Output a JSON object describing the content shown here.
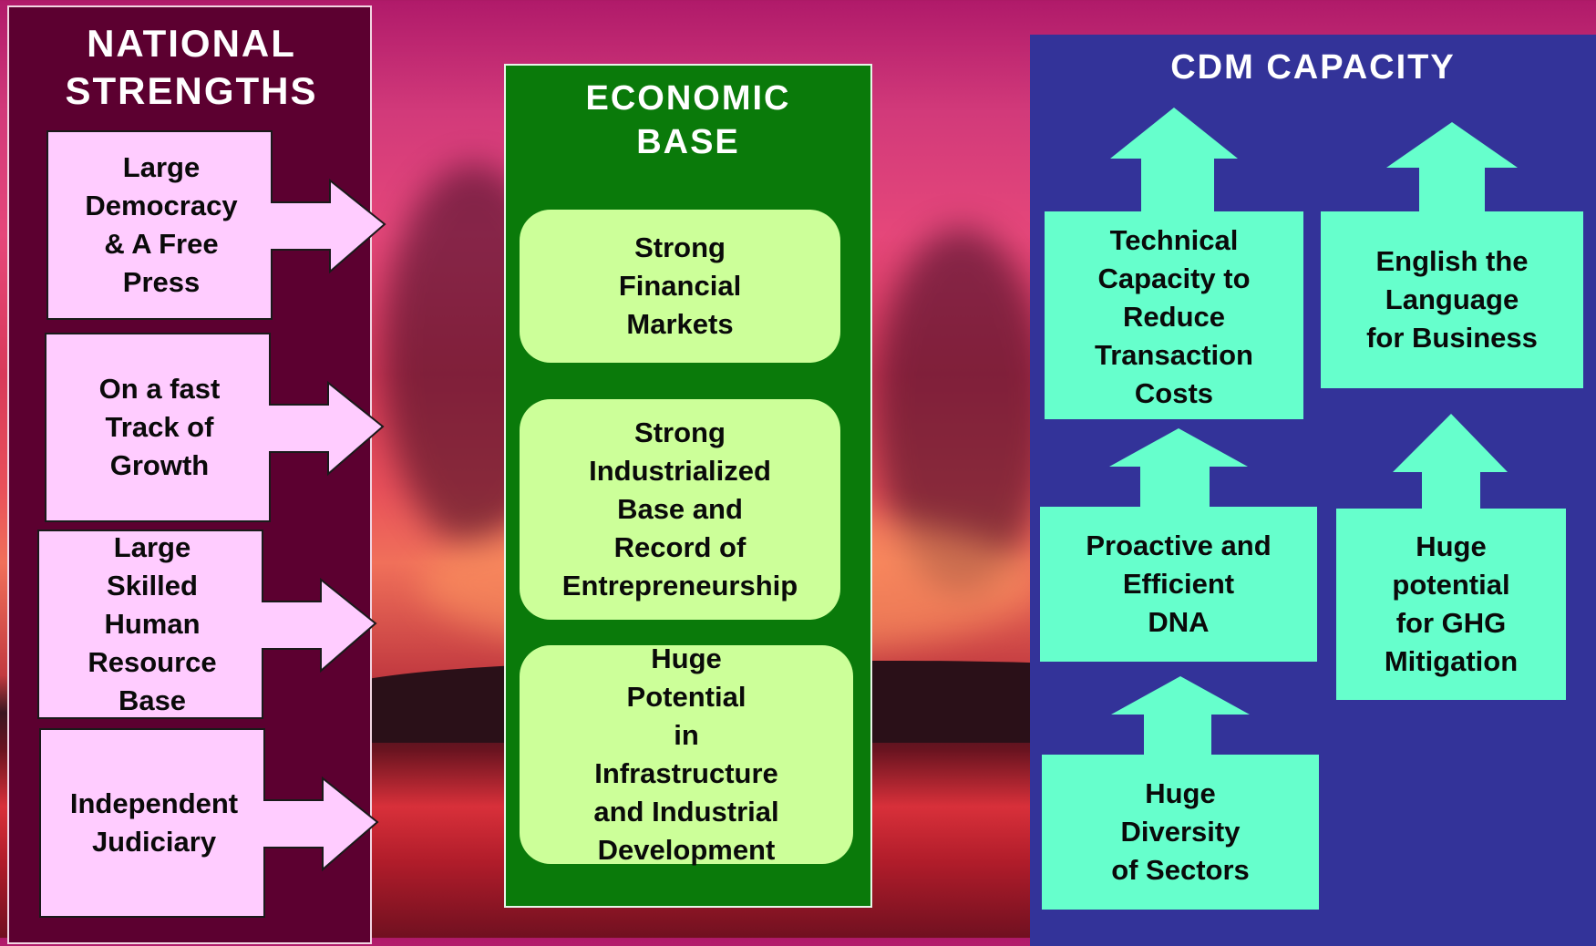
{
  "colors": {
    "national_panel": "#5c0030",
    "national_box": "#ffccff",
    "economic_panel": "#0a7a0a",
    "economic_box": "#ccff99",
    "cdm_panel": "#333399",
    "cdm_box": "#66ffcc"
  },
  "national": {
    "title": "NATIONAL\nSTRENGTHS",
    "items": [
      {
        "label": "Large\nDemocracy\n& A Free\nPress"
      },
      {
        "label": "On a fast\nTrack of\nGrowth"
      },
      {
        "label": "Large\nSkilled\nHuman\nResource\nBase"
      },
      {
        "label": "Independent\nJudiciary"
      }
    ]
  },
  "economic": {
    "title": "ECONOMIC\nBASE",
    "items": [
      {
        "label": "Strong\nFinancial\nMarkets"
      },
      {
        "label": "Strong\nIndustrialized\nBase and\nRecord of\nEntrepreneurship"
      },
      {
        "label": "Huge\nPotential\nin\nInfrastructure\nand Industrial\nDevelopment"
      }
    ]
  },
  "cdm": {
    "title": "CDM CAPACITY",
    "items": [
      {
        "label": "Technical\nCapacity to\nReduce\nTransaction\nCosts"
      },
      {
        "label": "English the\nLanguage\nfor Business"
      },
      {
        "label": "Proactive and\nEfficient\nDNA"
      },
      {
        "label": "Huge\npotential\nfor GHG\nMitigation"
      },
      {
        "label": "Huge\nDiversity\nof Sectors"
      }
    ]
  }
}
